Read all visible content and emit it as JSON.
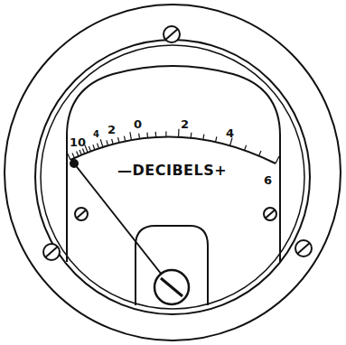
{
  "diagram": {
    "labels": [
      "10",
      "4",
      "2",
      "0",
      "2",
      "4",
      "6",
      "—DECIBELS+"
    ]
  }
}
